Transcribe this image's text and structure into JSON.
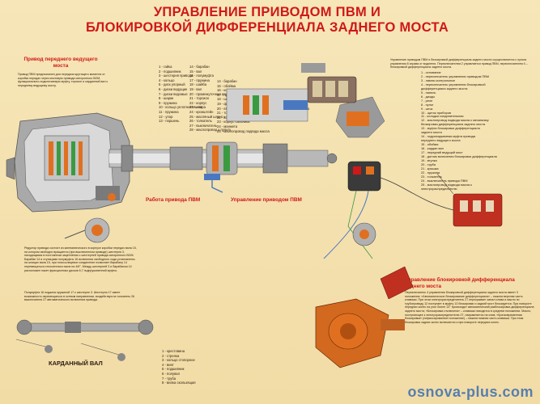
{
  "title_line1": "УПРАВЛЕНИЕ ПРИВОДОМ ПВМ И",
  "title_line2": "БЛОКИРОВКОЙ ДИФФЕРЕНЦИАЛА ЗАДНЕГО МОСТА",
  "sections": {
    "front_drive": "Привод переднего ведущего моста",
    "pvm_work": "Работа привода ПВМ",
    "pvm_control": "Управление приводом ПВМ",
    "diff_lock": "Управление блокировкой дифференциала заднего моста",
    "cardan": "КАРДАННЫЙ ВАЛ"
  },
  "texts": {
    "front_intro": "Привод ПВМ предназначен для передачи крутящего момента от коробки передач через мостовую привода синхронного ВОМ, функционально-подключаемую муфту, торсион и карданный вал к переднему ведущему мосту.",
    "reducer": "Редуктор привода состоит из кинематического в корпусе коробки передач вала 15, на котором свободно вращается (при выключенном приводе) шестерня 3, находящаяся в постоянном зацеплении с шестерней привода синхронного ВОМ. Барабан 14 и ступицами полумуфты 16 включения свободного хода установлены на шлицах вала 15, при этом шлицевое соединение позволяет барабану 14 перемещаться относительно вала на 4/6°. Между шестерней 3 и барабаном 14 расположен пакет фрикционных дисков 6,7 подпружиненной муфты.",
    "coupling": "Полумуфта 16 поджата пружиной 17 к шестерне 3. Шестерня 17 имеет возможность перемещаться в осевом направлении, воздействуя на толкатель 26 выключателя 27 автоматического включения привода.",
    "pvm_work_text": "При движении трактора вперед без буксования вал 19, связанный с колесами ПВМ, имеет частоту вращения большую, чем шестерня 3, а барабан 14, связанный с шестерней 3 через пакет дисков 6, 7 поворачивается относительно вала 19. Купачки барабана 14 перемещают полумуфту 16 по шлицам вала 19 в сторону шестерни, сжимая пружину 17. При этом контакты выключателя 27 размыкаются и электропневмораспределитель отключен от электросети, давление масла в бустере муфты (между барабаном 14 и поршнем 13) отсутствует. При буксовании задних колес частота вращения вала 19 снижается относительно вала 15, барабан 14 поворачивается в обратном направлении и пружина 17 возвращает полумуфту 16 в исходное положение. Полумуфта конечной частью перемещает толкатель 26, выключатель 27 замыкает цепь и электропневмораспределитель подает давление в бустер муфты и перемещает поршень 13. При этом пакет дисков 6, 7 сжимается и блокирует шестерню 3 и барабан 14, обеспечивая передачу крутящего момента к ПВМ.",
    "pvm_control_text": "Переключатель 2 имеет три фиксированных положения: «Автоматическое включение ПВМ» – нажата верхняя часть клавиши. ПВМ включается при буксовании задних колес; только при движении трактора передним ходом и отключается при снижении буксования. При работе на реверсе запрещается пользоваться данным режимом. «ПВМ отключен» – клавиша находится в среднем положении. При этом клапан ПВМ электропривод распределителя, 26 перекрывает канал нагнетания масла из муфты 14 направляется на слив; «ПВМ включен принудительно» – нажата нижняя часть клавиши. При принудительном включении ПВМ масло в муфту 14 подается при движении трактора вперед и назад. При торможении трактора (правой или с блокировочными педалями тормозов) привод ПВМ включается принудительно, независимо от положения переключателя 2.",
    "diff_control_intro": "Управление приводом ПВМ и блокировкой дифференциала заднего моста осуществляется с пульта управления 8 справа от водителя. Переключателем 2 управляется привод ПВМ, переключателем 4 – блокировкой дифференциала заднего моста.",
    "diff_lock_text": "Переключатель 4 управления блокировкой дифференциала заднего моста имеет 3 положения: «Автоматическое блокирование дифференциала» – нажата верхняя часть клавиши. При этом электрораспределитель 27 перекрывает канал слива и масло по трубопроводу 12 поступает в муфту 13 блокировки и задний мост блокируется. При повороте передних колес на угол более 13° происходит автоматический разблокировка дифференциала заднего моста; «Блокировка отключена» – клавиша находится в среднем положении. Масло, поступающее к электрораспределителю 27, направляется на слив; «Кратковременная блокировка» (нефиксированное положение) – нажата нижняя часть клавиши. При этом блокировка задних колес включается и при повороте передних колес."
  },
  "legends": {
    "col1": [
      "1 - гайка",
      "2 - подшипник",
      "3 - шестерня привода",
      "4 - кольцо",
      "5 - диск упорный",
      "6 - диски ведущие",
      "7 - диски ведомые",
      "8 - шарик",
      "9 - пружина",
      "10 - кольцо уплотнительное",
      "11 - пружина",
      "12 - упор",
      "13 - поршень"
    ],
    "col2": [
      "14 - барабан",
      "15 - вал",
      "16 - полумуфта",
      "17 - пружина",
      "18 - шайба",
      "19 - вал",
      "20 - промежуточная опора",
      "21 - торсион",
      "22 - корпус",
      "23 - опора",
      "24 - кронштейн",
      "25 - масляный шланг к гидроусилителю",
      "26 - толкатель",
      "27 - выключатель",
      "28 - маслопровод к пульту"
    ],
    "col3": [
      "14 - барабан",
      "15 - обойма",
      "16 - кольцо",
      "17 - пружина",
      "18 - шестерня",
      "19 - фланец",
      "20 - втулка",
      "21 - торсион",
      "22 - корпус",
      "23 - корпус сальника",
      "24 - манжета",
      "25 - маслопровод подвода масла"
    ],
    "col4": [
      "25 - маслопровод подвода смазки",
      "26 - толкатель",
      "27 - выключатель",
      "28 - маслопровод подвода масла",
      "А - канал подвода масла к поршню"
    ],
    "right": [
      "1 - основание",
      "2 - переключатель управления приводом ПВМ",
      "3 - лампы контрольные",
      "4 - переключатель управления блокировкой",
      "   дифференциала заднего моста",
      "5 - панель",
      "6 - диоды",
      "7 - реле",
      "8 - пульт",
      "9 - шток",
      "10 - щиток приборов",
      "11 - колодка соединительная",
      "12 - маслопровод подвода масла к механизму",
      "   блокировки дифференциала заднего моста",
      "13 - муфта блокировки дифференциала",
      "   заднего моста",
      "14 - гидроподжимная муфта привода",
      "   переднего ведущего моста",
      "15 - обойма",
      "16 - кардан вал",
      "17 - передний ведущий мост",
      "18 - датчик включения блокировки дифференциала",
      "19 - втулка",
      "20 - труба",
      "21 - крышка",
      "22 - пружина",
      "23 - толкатель",
      "24 - выключатель привода ПВМ",
      "25 - маслопровод подвода масла к",
      "   электрораспределителю"
    ],
    "cardan": [
      "1 - крестовина",
      "2 - стрелка",
      "3 - кольцо стопорное",
      "4 - винт",
      "5 - подшипник",
      "6 - полувал",
      "7 - труба",
      "8 - вилка скользящая"
    ]
  },
  "watermark": "osnova-plus.com",
  "colors": {
    "background": "#f4e3b2",
    "title": "#d01818",
    "housing": "#8a8a8a",
    "orange": "#e07020",
    "blue": "#4a78c0",
    "green": "#3a9a40"
  }
}
